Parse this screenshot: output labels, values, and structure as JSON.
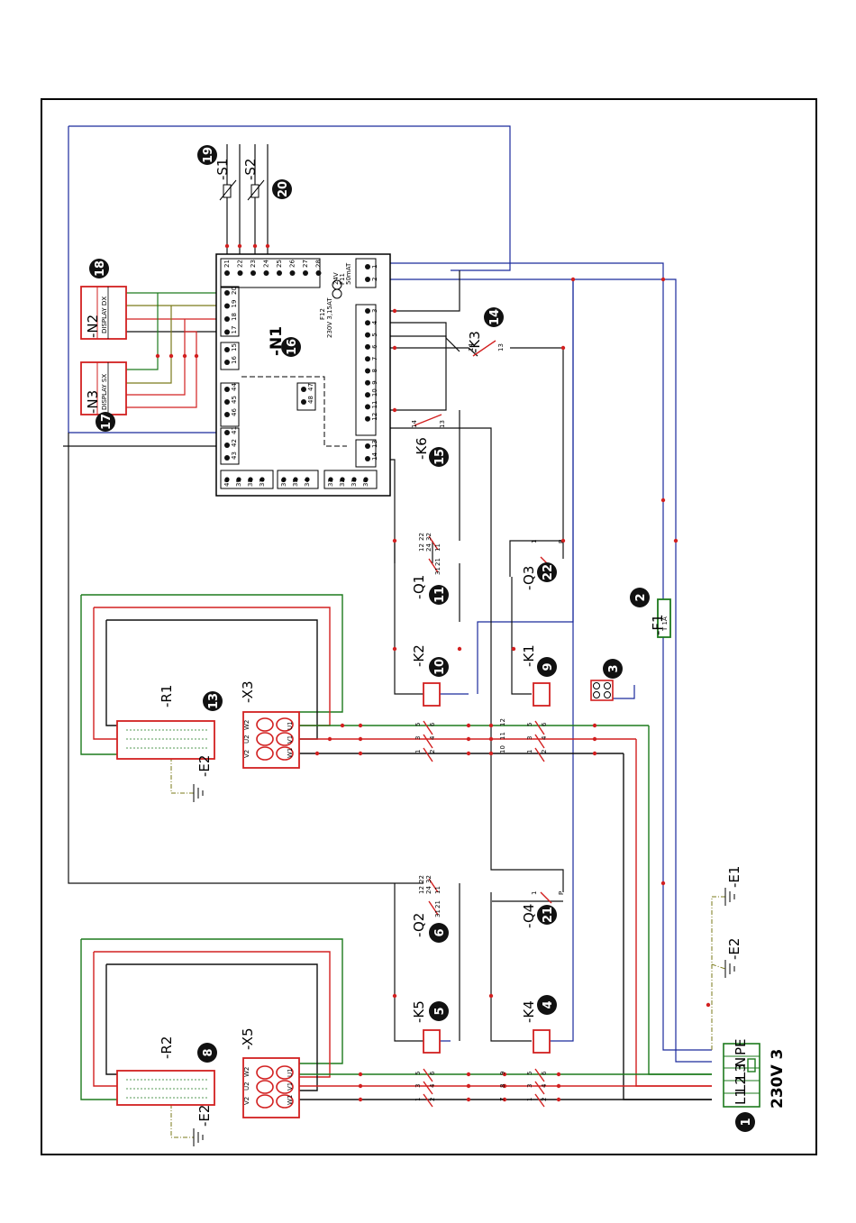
{
  "colors": {
    "blue": "#1a2a9c",
    "red": "#d22020",
    "green": "#1d7a1d",
    "olive": "#7a7a1a",
    "black": "#111111"
  },
  "supply": {
    "voltage": "230V 3",
    "terminals": [
      "L1",
      "L2",
      "L3",
      "N",
      "PE"
    ]
  },
  "components": {
    "N1": "-N1",
    "N2": "-N2",
    "N3": "-N3",
    "N2_display": "DISPLAY DX",
    "N3_display": "DISPLAY SX",
    "S1": "-S1",
    "S2": "-S2",
    "K1": "-K1",
    "K2": "-K2",
    "K3": "-K3",
    "K4": "-K4",
    "K5": "-K5",
    "K6": "-K6",
    "Q1": "-Q1",
    "Q2": "-Q2",
    "Q3": "-Q3",
    "Q4": "-Q4",
    "R1": "-R1",
    "R2": "-R2",
    "X3": "-X3",
    "X5": "-X5",
    "E1": "-E1",
    "E2": "-E2",
    "F1": "-F1",
    "F1_rating": "T 1A",
    "F11": "F11",
    "F11_rating": "50mAT",
    "F11_volt": "24V",
    "F12": "F12",
    "F12_rating": "230V 3,15AT"
  },
  "badges": [
    "1",
    "2",
    "3",
    "4",
    "5",
    "6",
    "8",
    "9",
    "10",
    "11",
    "13",
    "14",
    "15",
    "16",
    "17",
    "18",
    "19",
    "20",
    "21",
    "22"
  ],
  "n1_terminals": {
    "sensors": [
      "21",
      "22",
      "23",
      "24",
      "25",
      "26",
      "27",
      "28"
    ],
    "display": [
      "17",
      "18",
      "19",
      "20"
    ],
    "display2": [
      "15",
      "16"
    ],
    "relay_right": [
      "3",
      "4",
      "5",
      "6",
      "7",
      "8",
      "9",
      "10",
      "11",
      "12"
    ],
    "relay_mid": [
      "13",
      "14"
    ],
    "in_left": [
      "41",
      "42",
      "43"
    ],
    "in_left2": [
      "44",
      "45",
      "46"
    ],
    "in_mid": [
      "47",
      "48"
    ],
    "bottom": [
      "40",
      "39",
      "38",
      "37",
      "36",
      "35",
      "34",
      "33",
      "32",
      "31",
      "30"
    ],
    "power": [
      "1",
      "2"
    ]
  },
  "contact_numbers": {
    "k3": [
      "14",
      "13"
    ],
    "k6": [
      "14",
      "13"
    ],
    "q_aux": [
      "12",
      "22",
      "24",
      "32",
      "11",
      "21",
      "31"
    ],
    "main_poles": [
      "1",
      "2",
      "3",
      "4",
      "5",
      "6"
    ],
    "phase": [
      "10",
      "11",
      "12"
    ],
    "phase2": [
      "7",
      "8",
      "9"
    ],
    "q_pole": [
      "1",
      "P"
    ],
    "x_terms": [
      "W2",
      "U2",
      "V2",
      "U1",
      "V1",
      "W1"
    ]
  }
}
